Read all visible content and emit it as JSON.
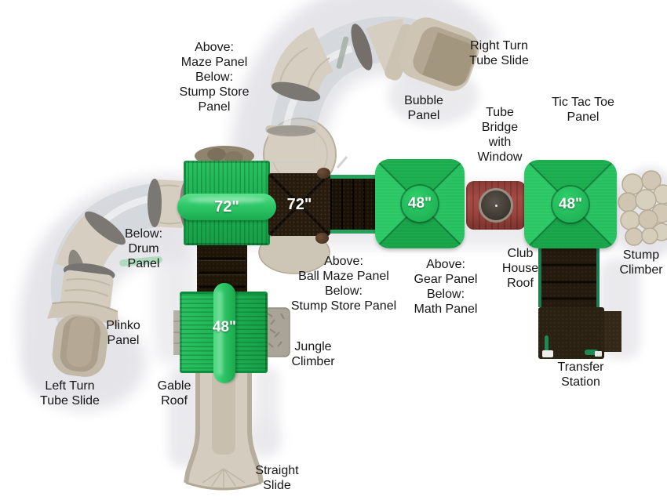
{
  "diagram": {
    "type": "playground-equipment-top-view",
    "labels": {
      "maze_panel": "Above:\nMaze Panel\nBelow:\nStump Store\nPanel",
      "right_turn_tube_slide": "Right Turn\nTube Slide",
      "bubble_panel": "Bubble\nPanel",
      "tube_bridge": "Tube\nBridge\nwith\nWindow",
      "tic_tac_toe_panel": "Tic Tac Toe\nPanel",
      "drum_panel": "Below:\nDrum\nPanel",
      "ball_maze_panel": "Above:\nBall Maze Panel\nBelow:\nStump Store Panel",
      "gear_panel": "Above:\nGear Panel\nBelow:\nMath Panel",
      "club_house_roof": "Club\nHouse\nRoof",
      "stump_climber": "Stump\nClimber",
      "plinko_panel": "Plinko\nPanel",
      "jungle_climber": "Jungle\nClimber",
      "left_turn_tube_slide": "Left Turn\nTube Slide",
      "gable_roof": "Gable\nRoof",
      "transfer_station": "Transfer\nStation",
      "straight_slide": "Straight\nSlide"
    },
    "dimensions": {
      "main_gable_roof": "72\"",
      "center_deck": "72\"",
      "bubble_roof": "48\"",
      "tic_tac_toe_roof": "48\"",
      "lower_gable_roof": "48\""
    },
    "colors": {
      "roof_green": "#1db052",
      "ridge_green_light": "#53dd85",
      "deck_brown": "#261b0d",
      "bridge_red": "#9c453f",
      "tube_beige": "#d6cec0",
      "rail_green": "#27a05b",
      "stone_grey": "#a9a398",
      "shadow_grey": "#e5e5e9",
      "label_text": "#161616",
      "dimension_text": "#ffffff"
    }
  }
}
